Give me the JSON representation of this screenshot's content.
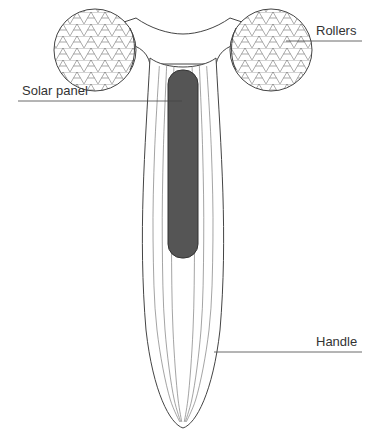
{
  "diagram": {
    "labels": [
      "Rollers",
      "Solar panel",
      "Handle"
    ]
  }
}
